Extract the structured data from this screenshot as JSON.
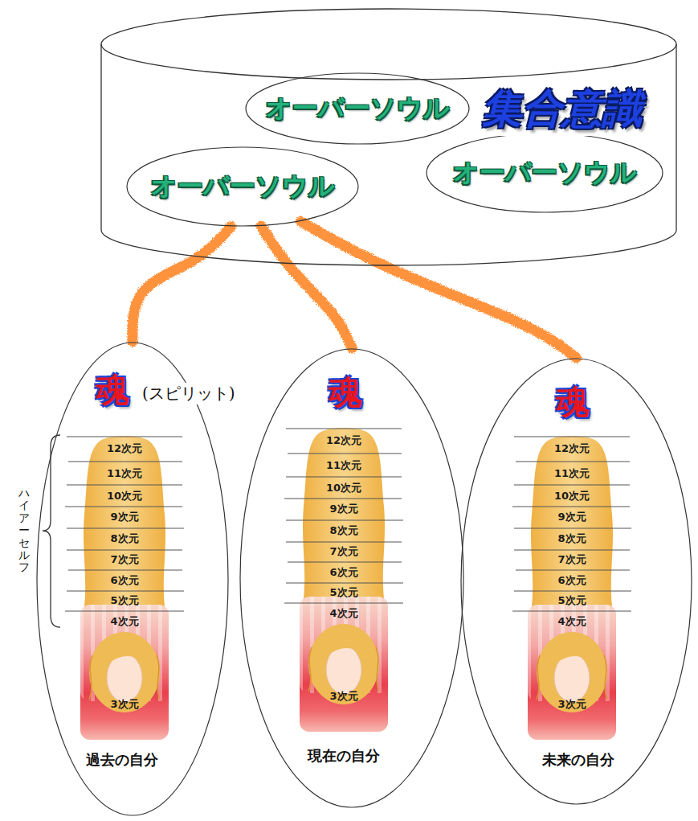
{
  "diagram": {
    "nodes": [
      {
        "text": [
          "集合意識"
        ]
      },
      {
        "text": [
          "オーバーソウル"
        ],
        "in": 0
      },
      {
        "text": [
          "オーバーソウル"
        ],
        "in": 0
      },
      {
        "text": [
          "オーバーソウル"
        ],
        "in": 0
      },
      {
        "text": [
          "魂",
          "過去の自分"
        ]
      },
      {
        "text": [
          "魂",
          "現在の自分"
        ]
      },
      {
        "text": [
          "魂",
          "未来の自分"
        ]
      }
    ],
    "edges": [
      {
        "from": 2,
        "to": 4,
        "arrow": "none"
      },
      {
        "from": 2,
        "to": 5,
        "arrow": "none"
      },
      {
        "from": 2,
        "to": 6,
        "arrow": "none"
      }
    ],
    "labels": [
      "(スピリット)",
      "ハイアーセルフ",
      "12次元",
      "11次元",
      "10次元",
      "9次元",
      "8次元",
      "7次元",
      "6次元",
      "5次元",
      "4次元",
      "3次元",
      "12次元",
      "11次元",
      "10次元",
      "9次元",
      "8次元",
      "7次元",
      "6次元",
      "5次元",
      "4次元",
      "3次元",
      "12次元",
      "11次元",
      "10次元",
      "9次元",
      "8次元",
      "7次元",
      "6次元",
      "5次元",
      "4次元",
      "3次元"
    ]
  }
}
